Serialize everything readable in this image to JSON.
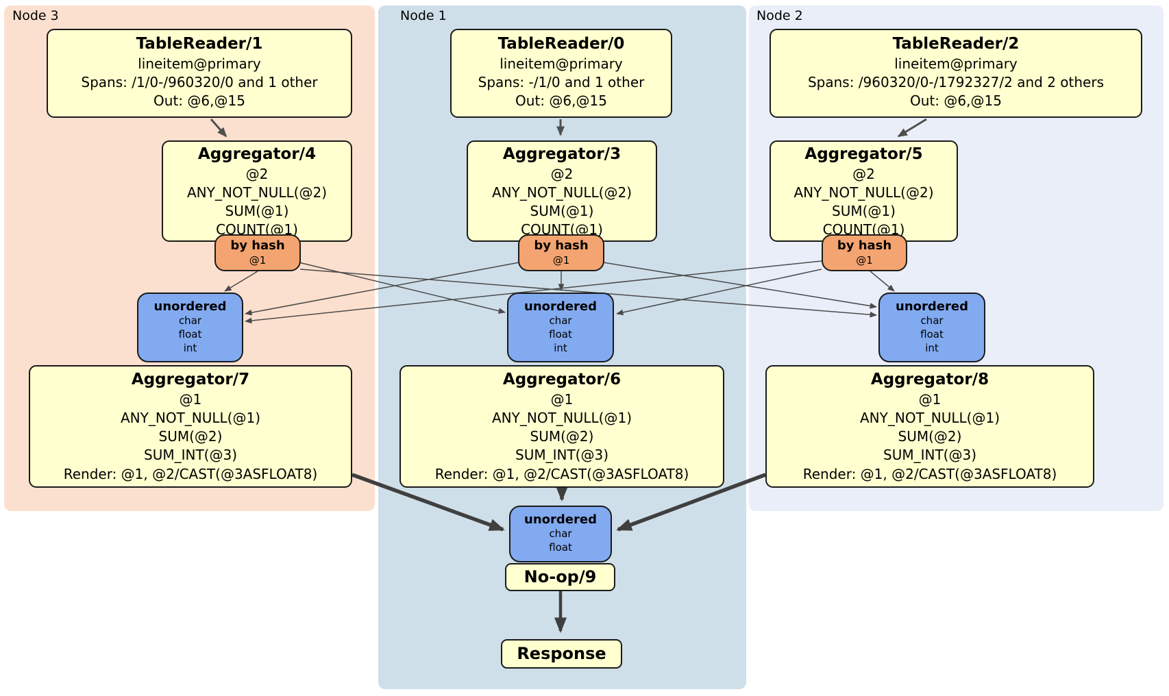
{
  "diagram": {
    "regions": {
      "node3": {
        "label": "Node 3",
        "bg": "#fce0cf"
      },
      "node1": {
        "label": "Node 1",
        "bg": "#cfdfe9"
      },
      "node2": {
        "label": "Node 2",
        "bg": "#e9eef9"
      }
    },
    "boxes": {
      "tr1": {
        "title": "TableReader/1",
        "lines": [
          "lineitem@primary",
          "Spans: /1/0-/960320/0 and 1 other",
          "Out: @6,@15"
        ]
      },
      "tr0": {
        "title": "TableReader/0",
        "lines": [
          "lineitem@primary",
          "Spans: -/1/0 and 1 other",
          "Out: @6,@15"
        ]
      },
      "tr2": {
        "title": "TableReader/2",
        "lines": [
          "lineitem@primary",
          "Spans: /960320/0-/1792327/2 and 2 others",
          "Out: @6,@15"
        ]
      },
      "agg4": {
        "title": "Aggregator/4",
        "lines": [
          "@2",
          "ANY_NOT_NULL(@2)",
          "SUM(@1)",
          "COUNT(@1)"
        ]
      },
      "agg3": {
        "title": "Aggregator/3",
        "lines": [
          "@2",
          "ANY_NOT_NULL(@2)",
          "SUM(@1)",
          "COUNT(@1)"
        ]
      },
      "agg5": {
        "title": "Aggregator/5",
        "lines": [
          "@2",
          "ANY_NOT_NULL(@2)",
          "SUM(@1)",
          "COUNT(@1)"
        ]
      },
      "bh3": {
        "title": "by hash",
        "sub": "@1"
      },
      "bh1": {
        "title": "by hash",
        "sub": "@1"
      },
      "bh2": {
        "title": "by hash",
        "sub": "@1"
      },
      "un3": {
        "title": "unordered",
        "lines": [
          "char",
          "float",
          "int"
        ]
      },
      "un1": {
        "title": "unordered",
        "lines": [
          "char",
          "float",
          "int"
        ]
      },
      "un2": {
        "title": "unordered",
        "lines": [
          "char",
          "float",
          "int"
        ]
      },
      "agg7": {
        "title": "Aggregator/7",
        "lines": [
          "@1",
          "ANY_NOT_NULL(@1)",
          "SUM(@2)",
          "SUM_INT(@3)",
          "Render: @1, @2/CAST(@3ASFLOAT8)"
        ]
      },
      "agg6": {
        "title": "Aggregator/6",
        "lines": [
          "@1",
          "ANY_NOT_NULL(@1)",
          "SUM(@2)",
          "SUM_INT(@3)",
          "Render: @1, @2/CAST(@3ASFLOAT8)"
        ]
      },
      "agg8": {
        "title": "Aggregator/8",
        "lines": [
          "@1",
          "ANY_NOT_NULL(@1)",
          "SUM(@2)",
          "SUM_INT(@3)",
          "Render: @1, @2/CAST(@3ASFLOAT8)"
        ]
      },
      "unb": {
        "title": "unordered",
        "lines": [
          "char",
          "float"
        ]
      },
      "noop": {
        "title": "No-op/9"
      },
      "resp": {
        "title": "Response"
      }
    },
    "colors": {
      "processor_box": "#ffffcf",
      "router_box": "#f4a470",
      "sync_box": "#82aaf0",
      "edge_thin": "#4a4a4a",
      "edge_thick": "#3f3f3f",
      "node3_bg": "#fce0cf",
      "node1_bg": "#cfdfe9",
      "node2_bg": "#e9eef9"
    }
  }
}
